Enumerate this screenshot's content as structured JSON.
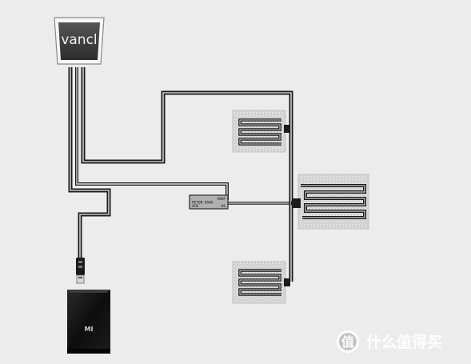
{
  "controller": {
    "brand": "vancl"
  },
  "chip": {
    "line1": "VBAP",
    "line2": "PETON 850A",
    "line3": "4CN",
    "line4": "W1"
  },
  "power_bank": {
    "brand": "MI"
  },
  "watermark": {
    "logo_char": "值",
    "text": "什么值得买"
  },
  "colors": {
    "wire_outer": "#1b1b1b",
    "wire_inner": "#c9c9c9",
    "pad_fill": "#c8c8c8",
    "controller_bg": "#3e3e3e"
  }
}
